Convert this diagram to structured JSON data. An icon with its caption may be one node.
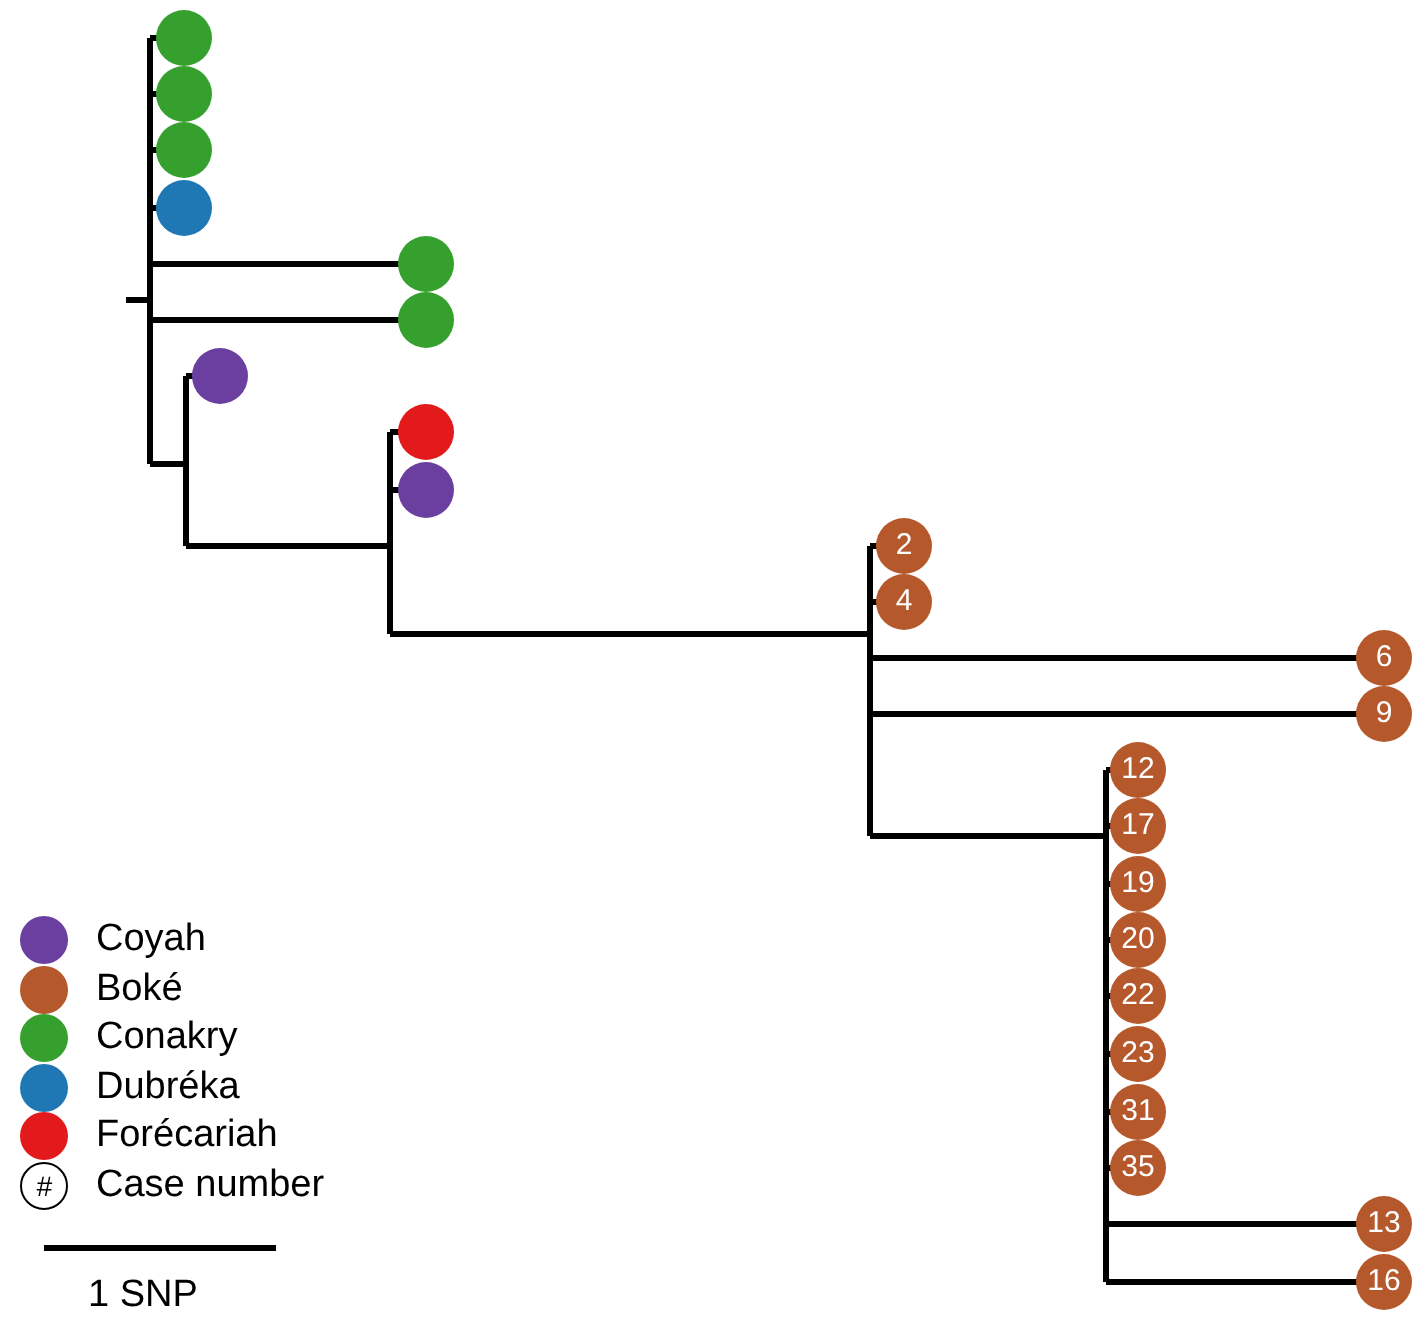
{
  "diagram": {
    "nodes": [
      {
        "text": [],
        "shape": "circle"
      },
      {
        "text": [],
        "shape": "circle"
      },
      {
        "text": [],
        "shape": "circle"
      },
      {
        "text": [],
        "shape": "circle"
      },
      {
        "text": [],
        "shape": "circle"
      },
      {
        "text": [],
        "shape": "circle"
      },
      {
        "text": [],
        "shape": "circle"
      },
      {
        "text": [],
        "shape": "circle"
      },
      {
        "text": [],
        "shape": "circle"
      },
      {
        "text": [
          "2"
        ]
      },
      {
        "text": [
          "4"
        ]
      },
      {
        "text": [
          "6"
        ]
      },
      {
        "text": [
          "9"
        ]
      },
      {
        "text": [
          "12"
        ]
      },
      {
        "text": [
          "17"
        ]
      },
      {
        "text": [
          "19"
        ]
      },
      {
        "text": [
          "20"
        ]
      },
      {
        "text": [
          "22"
        ]
      },
      {
        "text": [
          "23"
        ]
      },
      {
        "text": [
          "31"
        ]
      },
      {
        "text": [
          "35"
        ]
      },
      {
        "text": [
          "13"
        ]
      },
      {
        "text": [
          "16"
        ]
      }
    ],
    "edges": [],
    "labels": [
      "#",
      "1 SNP"
    ],
    "legend": [
      {
        "text": "Coyah",
        "color": "#6b3fa0"
      },
      {
        "text": "Boké",
        "color": "#b5582b"
      },
      {
        "text": "Conakry",
        "color": "#36a02e"
      },
      {
        "text": "Dubréka",
        "color": "#1f78b4"
      },
      {
        "text": "Forécariah",
        "color": "#e31a1c"
      },
      {
        "text": "Case number"
      }
    ]
  }
}
